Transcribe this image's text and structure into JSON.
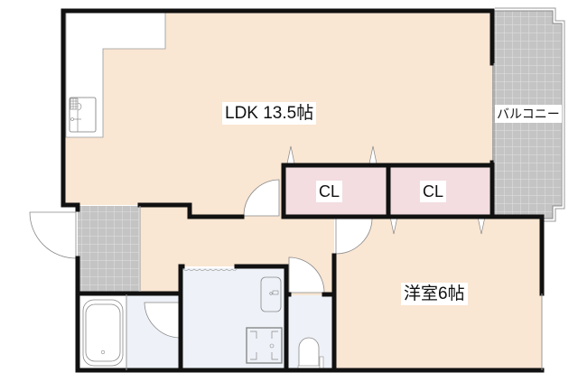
{
  "floor_plan": {
    "type": "1LDK",
    "rooms": [
      {
        "id": "ldk",
        "label": "LDK 13.5帖",
        "color": "#f9e6d3"
      },
      {
        "id": "closet-1",
        "label": "CL",
        "color": "#f3dde0"
      },
      {
        "id": "closet-2",
        "label": "CL",
        "color": "#f3dde0"
      },
      {
        "id": "western-room",
        "label": "洋室6帖",
        "color": "#f9e6d3"
      },
      {
        "id": "balcony",
        "label": "バルコニー",
        "color": "#c4c4c4"
      },
      {
        "id": "entrance",
        "label": "",
        "color": "#c4c4c4"
      },
      {
        "id": "hallway",
        "label": "",
        "color": "#f9e6d3"
      },
      {
        "id": "washroom",
        "label": "",
        "color": "#eef2f8"
      },
      {
        "id": "bathroom",
        "label": "",
        "color": "#eef2f8"
      },
      {
        "id": "toilet",
        "label": "",
        "color": "#eef2f8"
      }
    ],
    "fixtures": [
      "kitchen-counter",
      "stove",
      "bathtub",
      "washbasin",
      "washing-machine-pan",
      "toilet-bowl"
    ],
    "colors": {
      "wall": "#111111",
      "living_floor": "#f9e6d3",
      "closet_floor": "#f3dde0",
      "wet_floor": "#eef2f8",
      "tile": "#c4c4c4",
      "tile_grid": "#e2e2e2",
      "fixture_line": "#888888"
    }
  }
}
